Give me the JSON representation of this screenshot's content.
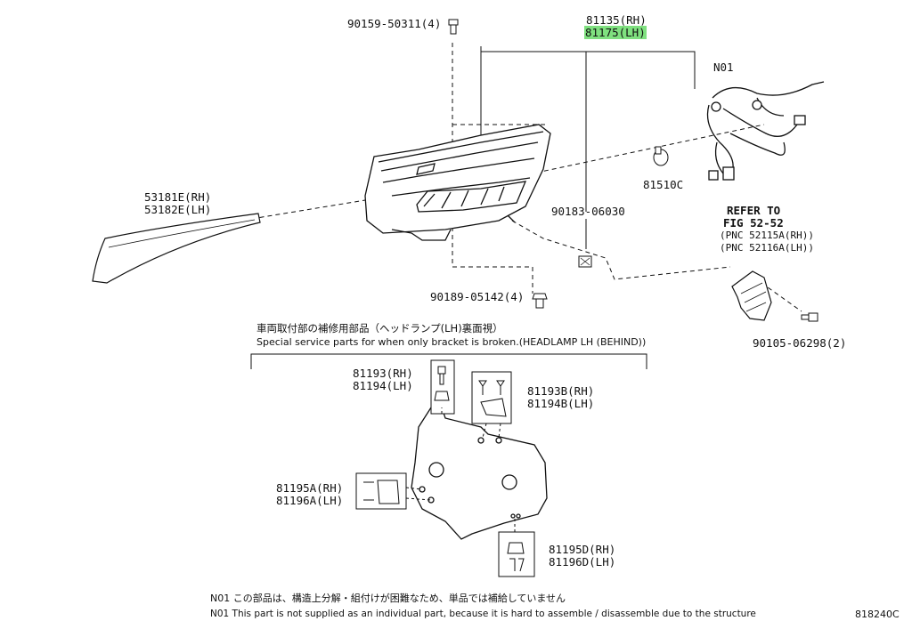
{
  "labels": {
    "p_90159": "90159-50311(4)",
    "p_81135": "81135(RH)",
    "p_81175": "81175(LH)",
    "p_n01": "N01",
    "p_53181": "53181E(RH)",
    "p_53182": "53182E(LH)",
    "p_81510": "81510C",
    "p_90183": "90183-06030",
    "refer_1": "REFER TO",
    "refer_2": "FIG 52-52",
    "refer_3": "(PNC 52115A(RH))",
    "refer_4": "(PNC 52116A(LH))",
    "p_90189": "90189-05142(4)",
    "p_90105": "90105-06298(2)",
    "p_81193": "81193(RH)",
    "p_81194": "81194(LH)",
    "p_81193b": "81193B(RH)",
    "p_81194b": "81194B(LH)",
    "p_81195a": "81195A(RH)",
    "p_81196a": "81196A(LH)",
    "p_81195d": "81195D(RH)",
    "p_81196d": "81196D(LH)"
  },
  "service_note": {
    "jp": "車両取付部の補修用部品（ヘッドランプ(LH)裏面視）",
    "en": "Special service parts for when only bracket is broken.(HEADLAMP LH (BEHIND))"
  },
  "footer": {
    "jp": "N01 この部品は、構造上分解・組付けが困難なため、単品では補給していません",
    "en": "N01 This part is not supplied as an individual part, because it is hard to assemble / disassemble due to the structure",
    "code": "818240C"
  },
  "highlight_color": "#7fe07f"
}
